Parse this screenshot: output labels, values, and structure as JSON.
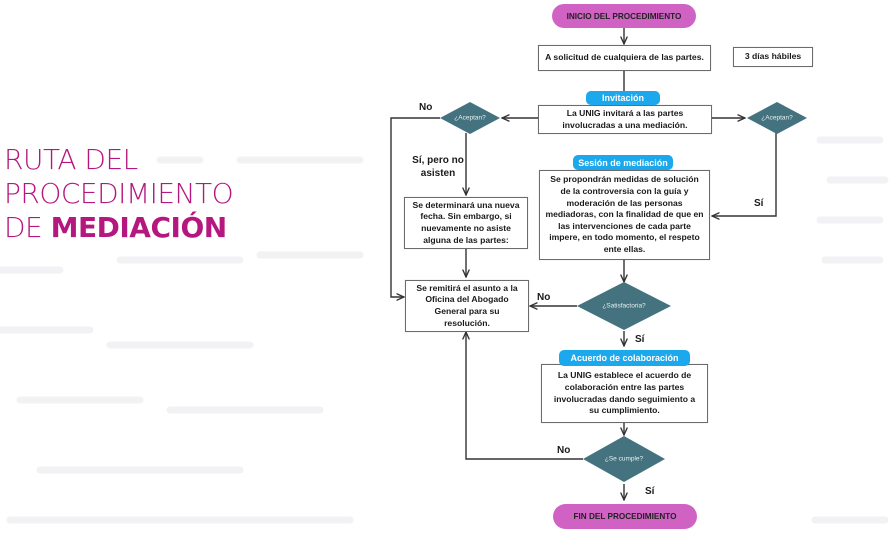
{
  "title": {
    "line1": "RUTA DEL",
    "line2": "PROCEDIMIENTO",
    "line3_prefix": "DE ",
    "line3_emphasis": "MEDIACIÓN"
  },
  "colors": {
    "title": "#b5177f",
    "terminal": "#d062c4",
    "decision": "#44737f",
    "section_tab": "#1ba8ec",
    "connector": "#333333"
  },
  "flowchart": {
    "start": "INICIO DEL PROCEDIMIENTO",
    "request": "A solicitud de cualquiera de las partes.",
    "deadline": "3 días hábiles",
    "invitation": {
      "tab": "Invitación",
      "text": "La UNIG invitará a las partes involucradas a una mediación."
    },
    "decision_accept_left": "¿Aceptan?",
    "decision_accept_right": "¿Aceptan?",
    "new_date": "Se determinará una nueva fecha. Sin embargo, si nuevamente no asiste alguna de las partes:",
    "session": {
      "tab": "Sesión de mediación",
      "text": "Se propondrán medidas de solución de la controversia con la guía y moderación de las personas mediadoras, con la finalidad de que en las intervenciones de cada parte impere, en todo momento, el respeto ente ellas."
    },
    "referral": "Se remitirá el asunto a la Oficina del Abogado General para su resolución.",
    "decision_satisfactory": "¿Satisfactoria?",
    "agreement": {
      "tab": "Acuerdo de colaboración",
      "text": "La UNIG establece el acuerdo de colaboración entre las partes involucradas dando seguimiento a su cumplimiento."
    },
    "decision_compliance": "¿Se cumple?",
    "end": "FIN DEL PROCEDIMIENTO",
    "edge_labels": {
      "no_accept": "No",
      "yes_but_absent": "Sí, pero no asisten",
      "yes_accept": "Sí",
      "no_satisfactory": "No",
      "yes_satisfactory": "Sí",
      "no_compliance": "No",
      "yes_compliance": "Sí"
    }
  }
}
